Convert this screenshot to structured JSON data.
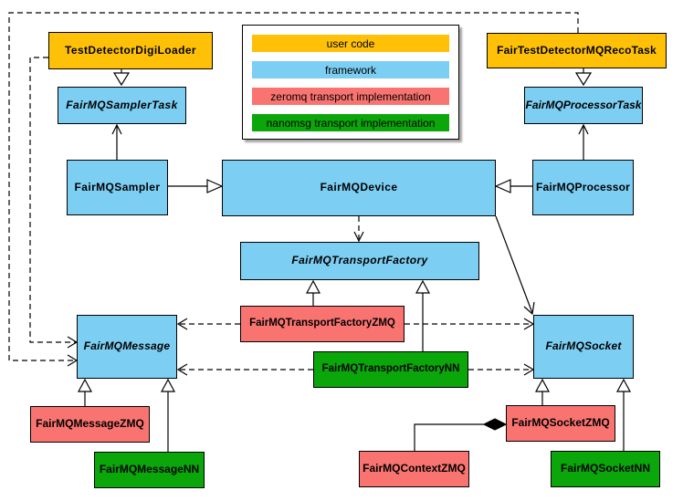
{
  "diagram": {
    "kind": "uml-class-diagram",
    "legend": {
      "items": [
        {
          "label": "user code",
          "color": "#FFC107"
        },
        {
          "label": "framework",
          "color": "#7CCEF2"
        },
        {
          "label": "zeromq transport implementation",
          "color": "#F97471"
        },
        {
          "label": "nanomsg transport implementation",
          "color": "#0AA60A"
        }
      ]
    },
    "nodes": {
      "testDetectorDigiLoader": {
        "label": "TestDetectorDigiLoader",
        "category": "user code",
        "abstract": false
      },
      "fairTestDetectorMQRecoTask": {
        "label": "FairTestDetectorMQRecoTask",
        "category": "user code",
        "abstract": false
      },
      "fairMQSamplerTask": {
        "label": "FairMQSamplerTask",
        "category": "framework",
        "abstract": true
      },
      "fairMQProcessorTask": {
        "label": "FairMQProcessorTask",
        "category": "framework",
        "abstract": true
      },
      "fairMQSampler": {
        "label": "FairMQSampler",
        "category": "framework",
        "abstract": false
      },
      "fairMQDevice": {
        "label": "FairMQDevice",
        "category": "framework",
        "abstract": false
      },
      "fairMQProcessor": {
        "label": "FairMQProcessor",
        "category": "framework",
        "abstract": false
      },
      "fairMQTransportFactory": {
        "label": "FairMQTransportFactory",
        "category": "framework",
        "abstract": true
      },
      "fairMQMessage": {
        "label": "FairMQMessage",
        "category": "framework",
        "abstract": true
      },
      "fairMQSocket": {
        "label": "FairMQSocket",
        "category": "framework",
        "abstract": true
      },
      "fairMQTransportFactoryZMQ": {
        "label": "FairMQTransportFactoryZMQ",
        "category": "zeromq transport implementation",
        "abstract": false
      },
      "fairMQTransportFactoryNN": {
        "label": "FairMQTransportFactoryNN",
        "category": "nanomsg transport implementation",
        "abstract": false
      },
      "fairMQMessageZMQ": {
        "label": "FairMQMessageZMQ",
        "category": "zeromq transport implementation",
        "abstract": false
      },
      "fairMQMessageNN": {
        "label": "FairMQMessageNN",
        "category": "nanomsg transport implementation",
        "abstract": false
      },
      "fairMQSocketZMQ": {
        "label": "FairMQSocketZMQ",
        "category": "zeromq transport implementation",
        "abstract": false
      },
      "fairMQContextZMQ": {
        "label": "FairMQContextZMQ",
        "category": "zeromq transport implementation",
        "abstract": false
      },
      "fairMQSocketNN": {
        "label": "FairMQSocketNN",
        "category": "nanomsg transport implementation",
        "abstract": false
      }
    },
    "edges": [
      {
        "from": "TestDetectorDigiLoader",
        "to": "FairMQSamplerTask",
        "type": "generalization"
      },
      {
        "from": "FairTestDetectorMQRecoTask",
        "to": "FairMQProcessorTask",
        "type": "generalization"
      },
      {
        "from": "FairMQSampler",
        "to": "FairMQSamplerTask",
        "type": "association"
      },
      {
        "from": "FairMQProcessor",
        "to": "FairMQProcessorTask",
        "type": "association"
      },
      {
        "from": "FairMQSampler",
        "to": "FairMQDevice",
        "type": "generalization"
      },
      {
        "from": "FairMQProcessor",
        "to": "FairMQDevice",
        "type": "generalization"
      },
      {
        "from": "FairMQDevice",
        "to": "FairMQTransportFactory",
        "type": "dependency"
      },
      {
        "from": "FairMQDevice",
        "to": "FairMQSocket",
        "type": "association"
      },
      {
        "from": "FairMQTransportFactoryZMQ",
        "to": "FairMQTransportFactory",
        "type": "generalization"
      },
      {
        "from": "FairMQTransportFactoryNN",
        "to": "FairMQTransportFactory",
        "type": "generalization"
      },
      {
        "from": "FairMQTransportFactoryZMQ",
        "to": "FairMQMessage",
        "type": "dependency"
      },
      {
        "from": "FairMQTransportFactoryZMQ",
        "to": "FairMQSocket",
        "type": "dependency"
      },
      {
        "from": "FairMQTransportFactoryNN",
        "to": "FairMQMessage",
        "type": "dependency"
      },
      {
        "from": "FairMQTransportFactoryNN",
        "to": "FairMQSocket",
        "type": "dependency"
      },
      {
        "from": "TestDetectorDigiLoader",
        "to": "FairMQMessage",
        "type": "dependency"
      },
      {
        "from": "FairTestDetectorMQRecoTask",
        "to": "FairMQMessage",
        "type": "dependency"
      },
      {
        "from": "FairMQMessageZMQ",
        "to": "FairMQMessage",
        "type": "generalization"
      },
      {
        "from": "FairMQMessageNN",
        "to": "FairMQMessage",
        "type": "generalization"
      },
      {
        "from": "FairMQSocketZMQ",
        "to": "FairMQSocket",
        "type": "generalization"
      },
      {
        "from": "FairMQSocketNN",
        "to": "FairMQSocket",
        "type": "generalization"
      },
      {
        "from": "FairMQContextZMQ",
        "to": "FairMQSocketZMQ",
        "type": "composition"
      }
    ]
  }
}
